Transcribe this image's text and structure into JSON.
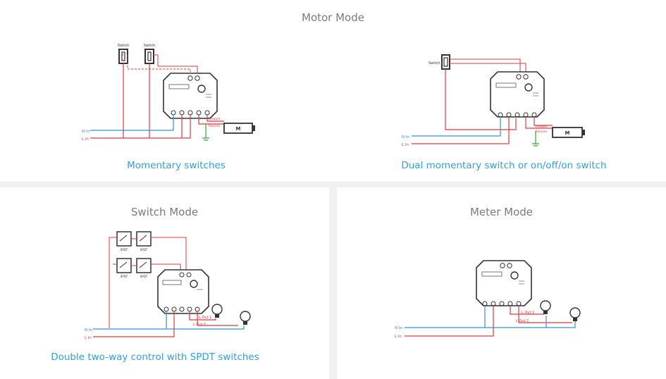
{
  "motor_mode": {
    "title": "Motor Mode",
    "left": {
      "caption": "Momentary switches",
      "switch_labels": [
        "Switch",
        "Switch"
      ],
      "wire_labels": {
        "n": "N In",
        "l": "L In"
      },
      "motor_labels": {
        "forward": "Forward",
        "reverse": "Reverse"
      },
      "motor_letter": "M"
    },
    "right": {
      "caption": "Dual momentary switch or on/off/on switch",
      "switch_label": "Switch",
      "wire_labels": {
        "n": "N In",
        "l": "L In"
      },
      "motor_labels": {
        "forward": "Forward",
        "reverse": "Reverse"
      },
      "motor_letter": "M"
    }
  },
  "switch_mode": {
    "title": "Switch Mode",
    "caption": "Double two-way control with SPDT switches",
    "spdt_label": "SPDT",
    "wire_labels": {
      "n": "N In",
      "l": "L In"
    },
    "outputs": [
      "L Out 1",
      "L Out 2"
    ]
  },
  "meter_mode": {
    "title": "Meter Mode",
    "wire_labels": {
      "n": "N In",
      "l": "L In"
    },
    "outputs": [
      "L Out 1",
      "L Out 2"
    ]
  },
  "colors": {
    "live": "#e0393e",
    "neutral": "#3a8fd6",
    "ground": "#3aa33a",
    "device": "#333333",
    "caption": "#2ea2d8"
  }
}
